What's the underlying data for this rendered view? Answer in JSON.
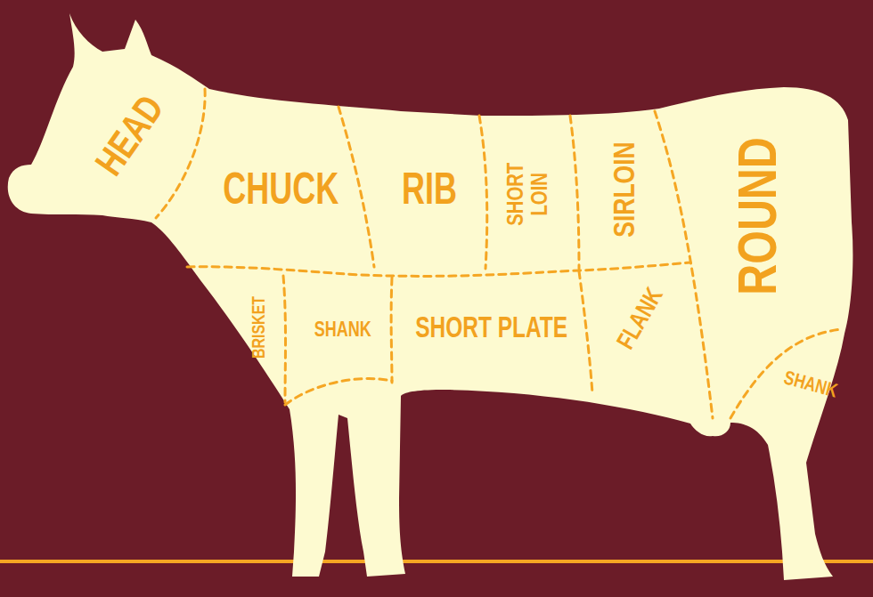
{
  "diagram": {
    "labels": [
      "HEAD",
      "CHUCK",
      "RIB",
      "SHORT LOIN",
      "SIRLOIN",
      "ROUND",
      "BRISKET",
      "SHANK",
      "SHORT PLATE",
      "FLANK",
      "SHANK"
    ]
  }
}
